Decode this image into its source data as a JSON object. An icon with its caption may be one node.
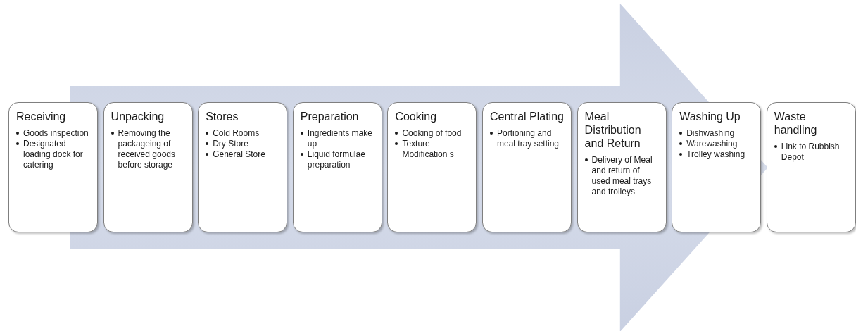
{
  "diagram": {
    "nodes": [
      {
        "text": [
          "Receiving",
          "Goods inspection",
          "Designated loading dock for catering"
        ]
      },
      {
        "text": [
          "Unpacking",
          "Removing the packageing of received goods before storage"
        ]
      },
      {
        "text": [
          "Stores",
          "Cold Rooms",
          "Dry Store",
          "General Store"
        ]
      },
      {
        "text": [
          "Preparation",
          "Ingredients make up",
          "Liquid formulae preparation"
        ]
      },
      {
        "text": [
          "Cooking",
          "Cooking of food",
          "Texture Modification s"
        ]
      },
      {
        "text": [
          "Central Plating",
          "Portioning and meal tray setting"
        ]
      },
      {
        "text": [
          "Meal Distribution and Return",
          "Delivery of Meal and return of used meal trays and trolleys"
        ]
      },
      {
        "text": [
          "Washing Up",
          "Dishwashing",
          "Warewashing",
          "Trolley washing"
        ]
      },
      {
        "text": [
          "Waste handling",
          "Link to Rubbish Depot"
        ]
      }
    ],
    "edges": [
      {
        "from": 0,
        "to": 8,
        "arrow": "to",
        "style": "thick"
      }
    ]
  }
}
